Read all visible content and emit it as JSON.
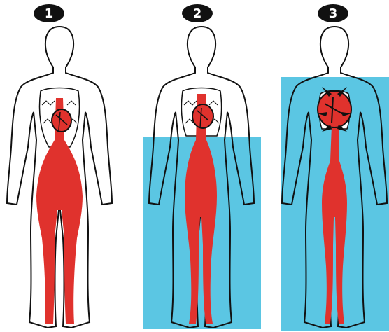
{
  "panels": [
    {
      "number": "1",
      "water": "none"
    },
    {
      "number": "2",
      "water": "waist-level"
    },
    {
      "number": "3",
      "water": "neck-level"
    }
  ],
  "colors": {
    "water": "#5bc6e3",
    "blood": "#e0322d",
    "outline": "#111111",
    "badge": "#111111"
  }
}
